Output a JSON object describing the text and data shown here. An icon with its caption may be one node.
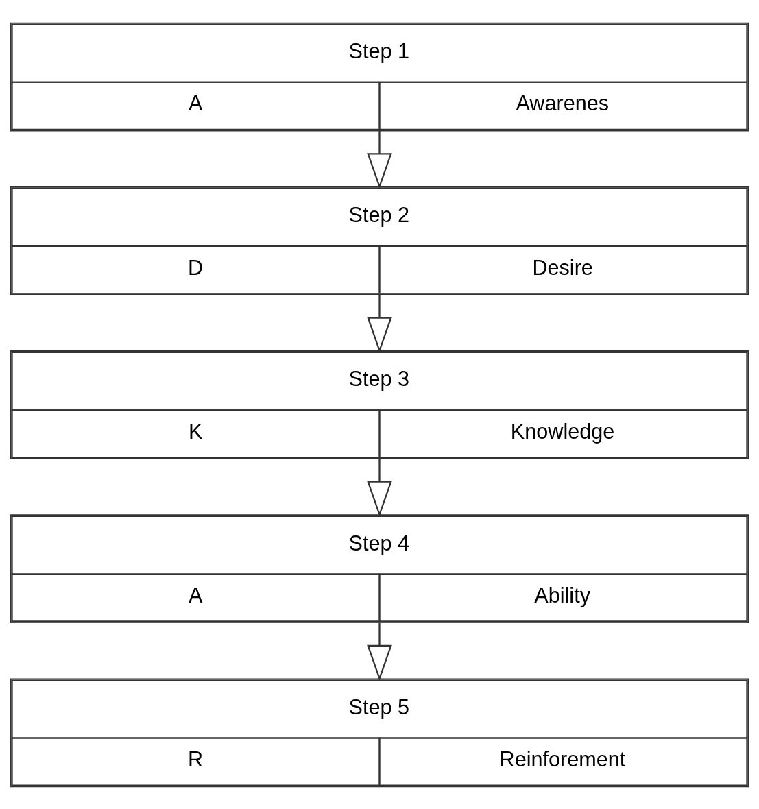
{
  "diagram": {
    "nodes": [
      {
        "text": [
          "Step 1",
          "A",
          "Awarenes"
        ]
      },
      {
        "text": [
          "Step 2",
          "D",
          "Desire"
        ]
      },
      {
        "text": [
          "Step 3",
          "K",
          "Knowledge"
        ]
      },
      {
        "text": [
          "Step 4",
          "A",
          "Ability"
        ]
      },
      {
        "text": [
          "Step 5",
          "R",
          "Reinforement"
        ]
      }
    ],
    "edges": [
      {
        "from": 0,
        "to": 1,
        "arrow": "to"
      },
      {
        "from": 1,
        "to": 2,
        "arrow": "to"
      },
      {
        "from": 2,
        "to": 3,
        "arrow": "to"
      },
      {
        "from": 3,
        "to": 4,
        "arrow": "to"
      }
    ]
  }
}
